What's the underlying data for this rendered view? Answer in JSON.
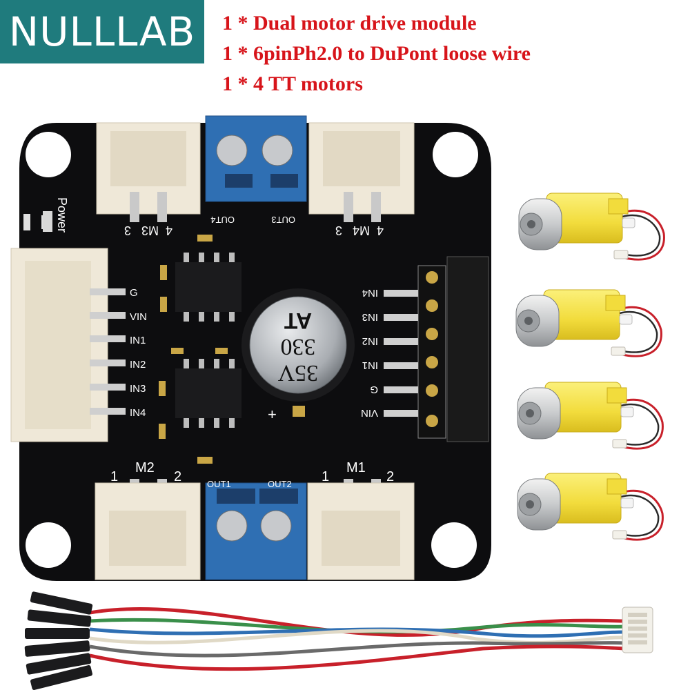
{
  "brand": {
    "logo_text": "NULLLAB"
  },
  "package_contents": [
    "1 * Dual motor drive module",
    "1 * 6pinPh2.0 to DuPont loose wire",
    "1 * 4 TT motors"
  ],
  "board": {
    "power_label": "Power",
    "left_pins": [
      "G",
      "VIN",
      "IN1",
      "IN2",
      "IN3",
      "IN4"
    ],
    "right_pins": [
      "IN4",
      "IN3",
      "IN2",
      "IN1",
      "G",
      "VIN"
    ],
    "top_left_motor": {
      "name": "M3",
      "pin_a": "4",
      "pin_b": "3",
      "out": "OUT4"
    },
    "top_right_motor": {
      "name": "M4",
      "pin_a": "4",
      "pin_b": "3",
      "out": "OUT3"
    },
    "bottom_left_motor": {
      "name": "M2",
      "pin_a": "1",
      "pin_b": "2",
      "out": "OUT1"
    },
    "bottom_right_motor": {
      "name": "M1",
      "pin_a": "1",
      "pin_b": "2",
      "out": "OUT2"
    },
    "capacitor": {
      "voltage": "35V",
      "value": "330",
      "code": "AT"
    },
    "plus_mark": "+"
  },
  "colors": {
    "logo_bg": "#1f7b7d",
    "headline_red": "#d7141a",
    "pcb": "#0d0d0f",
    "terminal_blue": "#2f6fb3",
    "connector_cream": "#efe8d8",
    "motor_yellow": "#f3e24a",
    "wire_red": "#c8202a"
  },
  "motors_count": 4
}
